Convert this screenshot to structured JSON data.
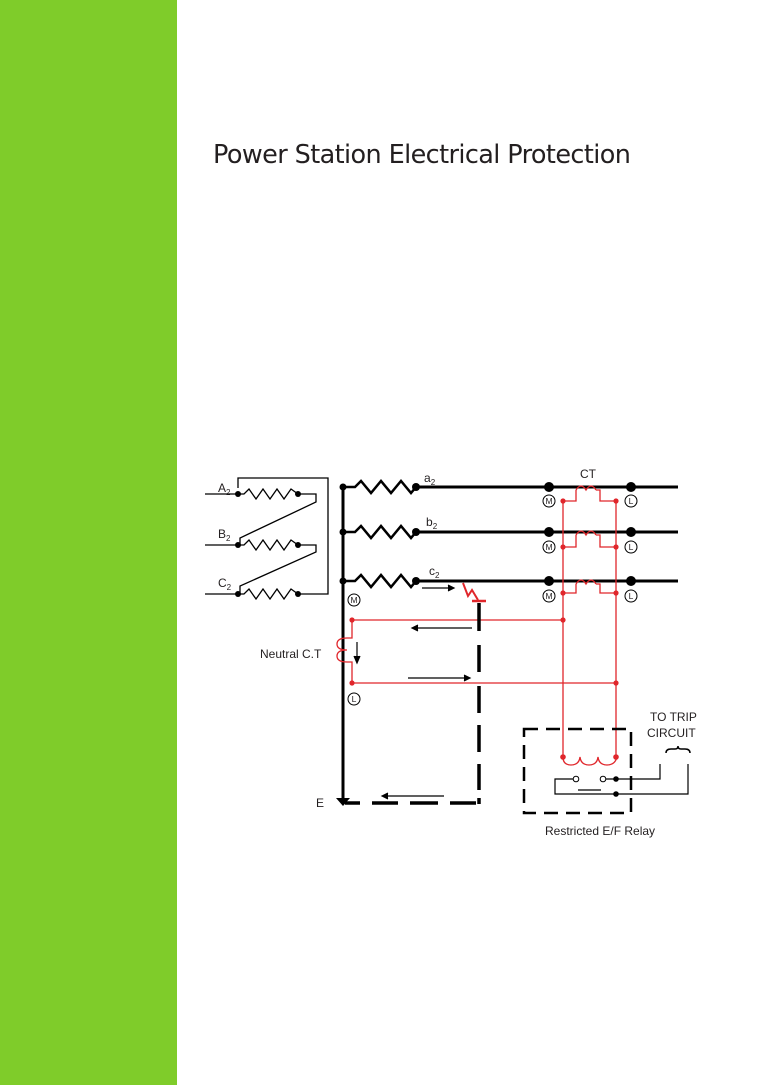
{
  "page": {
    "title": "Power Station Electrical Protection",
    "sidebar_color": "#7fcc2a"
  },
  "diagram": {
    "primary_windings": [
      {
        "letter": "A",
        "sub": "2"
      },
      {
        "letter": "B",
        "sub": "2"
      },
      {
        "letter": "C",
        "sub": "2"
      }
    ],
    "secondary_phases": [
      {
        "letter": "a",
        "sub": "2"
      },
      {
        "letter": "b",
        "sub": "2"
      },
      {
        "letter": "c",
        "sub": "2"
      }
    ],
    "ct_label": "CT",
    "marker_m": "M",
    "marker_l": "L",
    "neutral_ct_label": "Neutral C.T",
    "earth_label": "E",
    "trip_label_line1": "TO TRIP",
    "trip_label_line2": "CIRCUIT",
    "relay_label": "Restricted E/F Relay",
    "colors": {
      "conductor": "#000000",
      "ct_wiring": "#e0262b",
      "fault": "#e0262b"
    }
  }
}
